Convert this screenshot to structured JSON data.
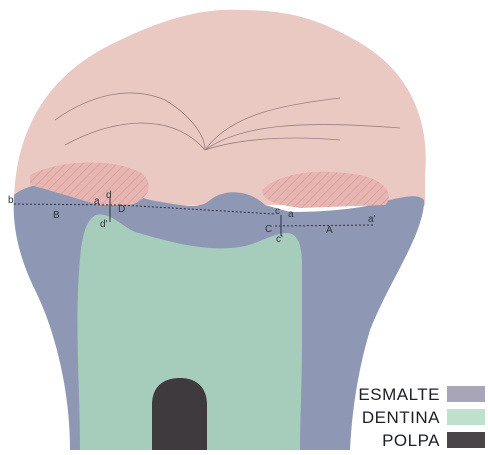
{
  "diagram": {
    "layers": [
      {
        "id": "enamel",
        "color": "#e9c9c1"
      },
      {
        "id": "dentin",
        "color": "#8e98b4"
      },
      {
        "id": "pulp",
        "color": "#3e3a3d"
      },
      {
        "id": "filling",
        "color": "#a6cdbc"
      }
    ],
    "point_labels": {
      "b": "b",
      "B": "B",
      "a_left": "a",
      "d_top": "d",
      "D": "D",
      "d_prime": "d'",
      "c_top": "c",
      "a_right": "a",
      "C": "C",
      "c_prime": "c'",
      "A": "A",
      "a_prime": "a'"
    }
  },
  "legend": {
    "items": [
      {
        "label": "ESMALTE",
        "color": "#a7a6b8"
      },
      {
        "label": "DENTINA",
        "color": "#bfe0cd"
      },
      {
        "label": "POLPA",
        "color": "#4a4448"
      }
    ]
  }
}
